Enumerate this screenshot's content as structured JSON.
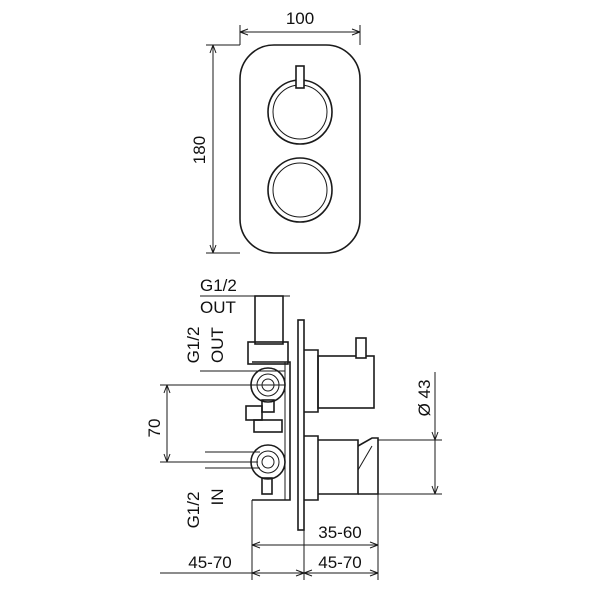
{
  "dimensions": {
    "plate_width": "100",
    "plate_height": "180",
    "outlet_top_thread": "G1/2",
    "outlet_top_label": "OUT",
    "outlet_side_thread": "G1/2",
    "outlet_side_label": "OUT",
    "inlet_spacing": "70",
    "inlet_thread": "G1/2",
    "inlet_label": "IN",
    "knob_diameter": "Ø 43",
    "projection_range": "35-60",
    "depth_left": "45-70",
    "depth_right": "45-70"
  }
}
